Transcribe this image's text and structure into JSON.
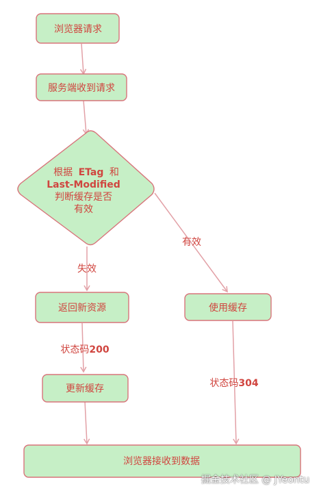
{
  "colors": {
    "node_fill": "#c6efc6",
    "node_stroke": "#d8737a",
    "text": "#d0453f",
    "arrow": "#e2a0a6"
  },
  "nodes": {
    "browser_request": "浏览器请求",
    "server_receive": "服务端收到请求",
    "decision": {
      "line1_prefix": "根据",
      "line1_bold": "ETag",
      "line1_suffix": "和",
      "line2_bold": "Last-Modified",
      "line3": "判断缓存是否",
      "line4": "有效"
    },
    "return_new": "返回新资源",
    "use_cache": "使用缓存",
    "update_cache": "更新缓存",
    "browser_receive": "浏览器接收到数据"
  },
  "edges": {
    "invalid_label": "失效",
    "valid_label": "有效",
    "status_200_prefix": "状态码",
    "status_200_code": "200",
    "status_304_prefix": "状态码",
    "status_304_code": "304"
  },
  "watermark": "掘金技术社区 @ JYeontu"
}
